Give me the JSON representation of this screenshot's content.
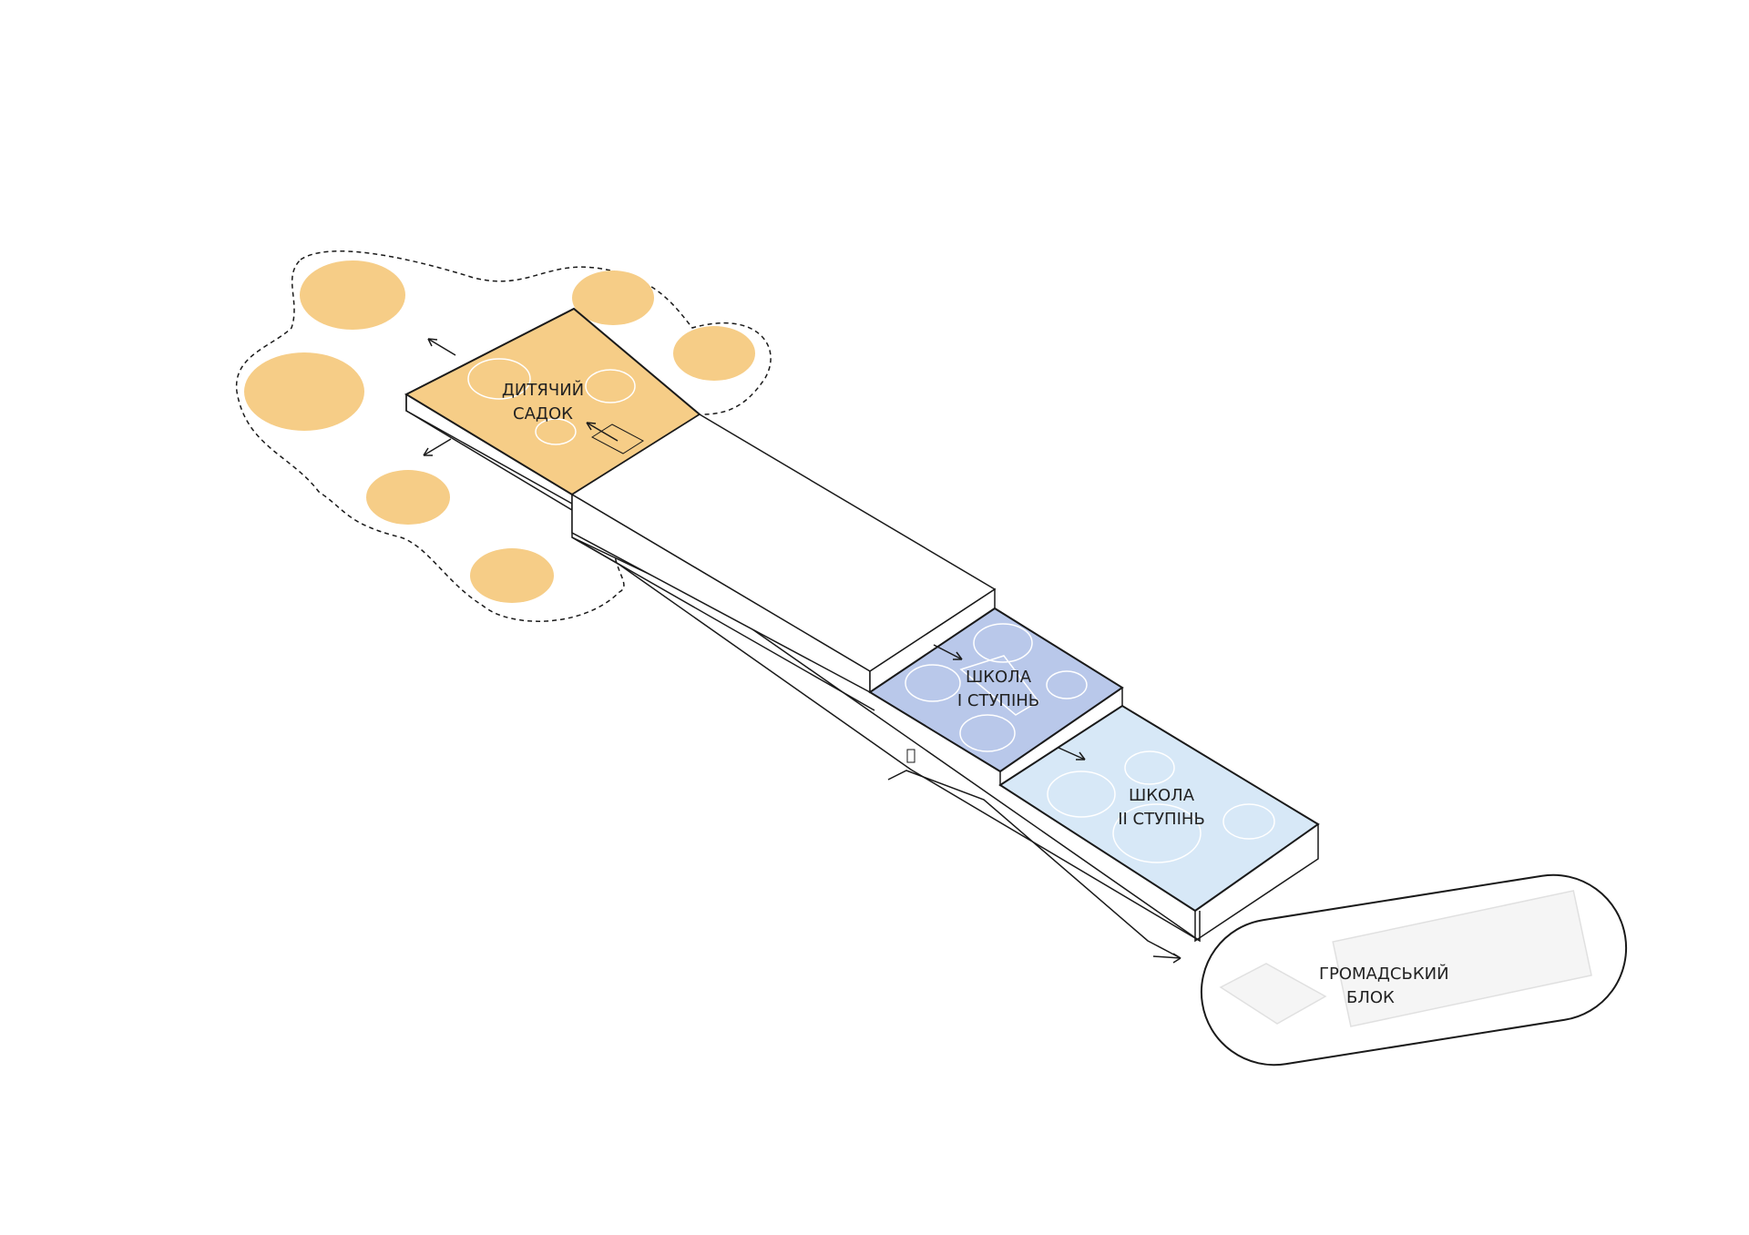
{
  "zones": {
    "kindergarten": {
      "line1": "ДИТЯЧИЙ",
      "line2": "САДОК",
      "color": "#F6CD87"
    },
    "school1": {
      "line1": "ШКОЛА",
      "line2": "І СТУПІНЬ",
      "color": "#B9C8EA"
    },
    "school2": {
      "line1": "ШКОЛА",
      "line2": "ІІ СТУПІНЬ",
      "color": "#D7E8F7"
    },
    "community": {
      "line1": "ГРОМАДСЬКИЙ",
      "line2": "БЛОК",
      "color": "#F5F5F5"
    }
  },
  "colors": {
    "outline": "#1a1a1a",
    "tree": "#F6CD87",
    "background": "#ffffff"
  }
}
